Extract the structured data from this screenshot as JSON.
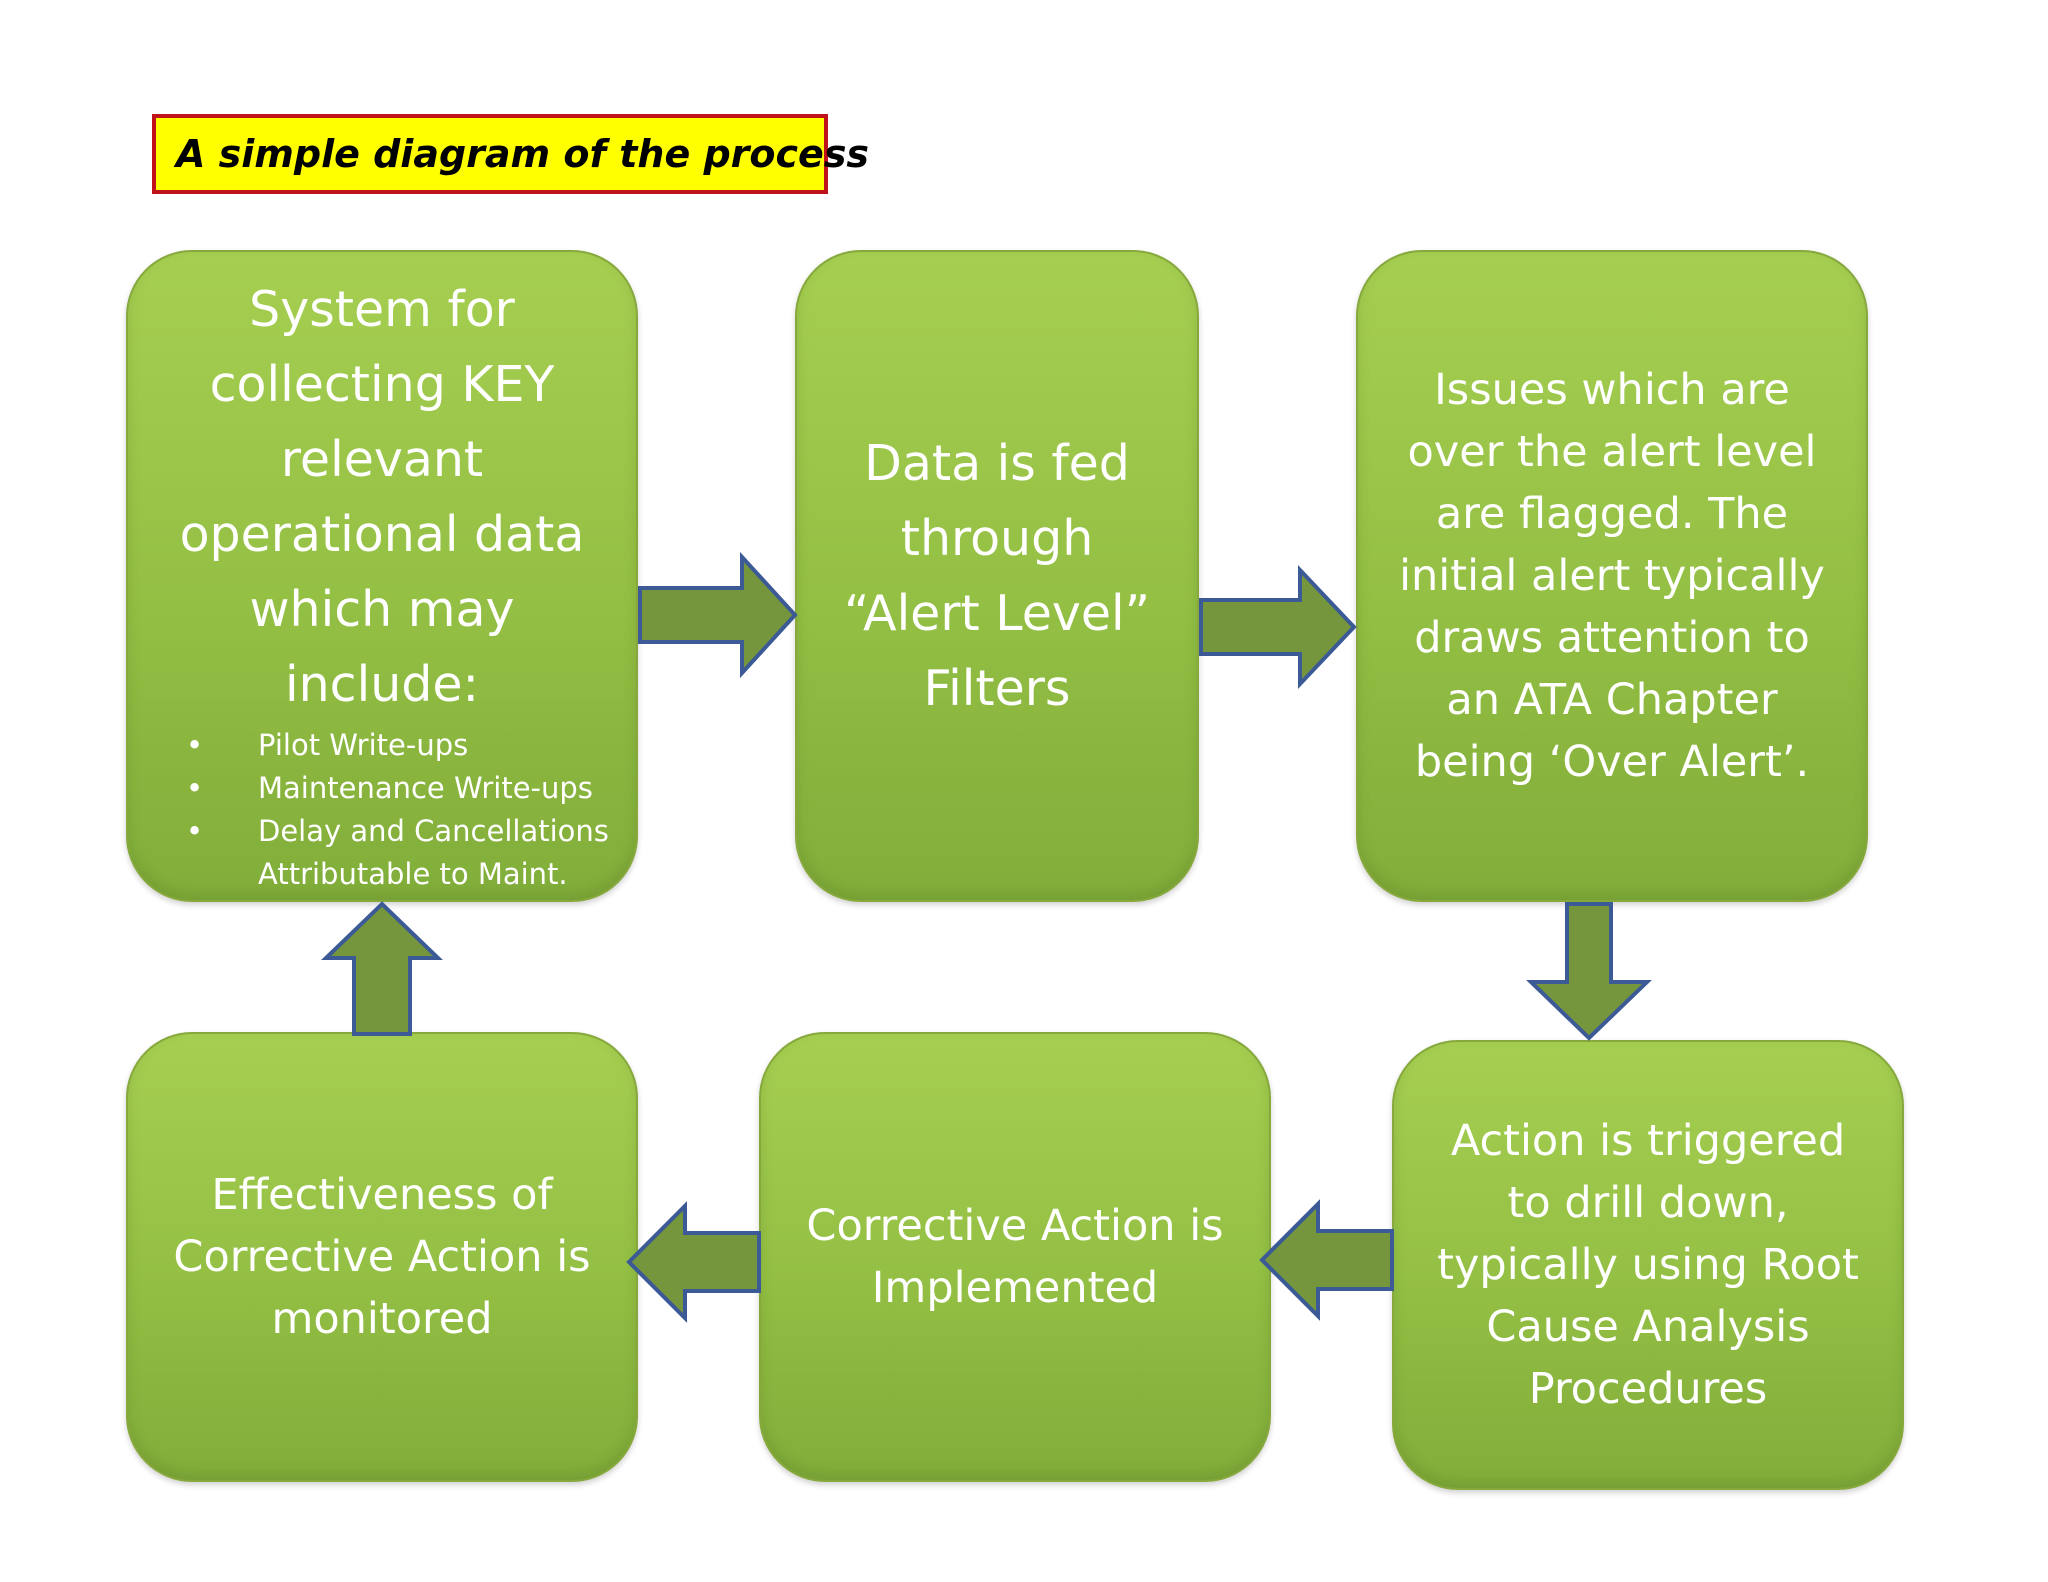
{
  "title": "A simple diagram of the process",
  "boxes": {
    "collect": {
      "text": [
        "System for",
        "collecting KEY",
        "relevant",
        "operational data",
        "which may",
        "include:"
      ],
      "bullets": [
        "Pilot Write-ups",
        "Maintenance Write-ups",
        "Delay and Cancellations"
      ],
      "bullet_continuation": "Attributable to Maint.",
      "bullet_symbol": "•"
    },
    "filters": {
      "text": [
        "Data is fed",
        "through",
        "“Alert Level”",
        "Filters"
      ]
    },
    "flagged": {
      "text": [
        "Issues which are",
        "over the alert level",
        "are flagged. The",
        "initial alert typically",
        "draws attention to",
        "an ATA Chapter",
        "being ‘Over Alert’."
      ]
    },
    "drill_down": {
      "text": [
        "Action is triggered",
        "to drill down,",
        "typically using Root",
        "Cause Analysis",
        "Procedures"
      ]
    },
    "implemented": {
      "text": [
        "Corrective Action is",
        "Implemented"
      ]
    },
    "monitored": {
      "text": [
        "Effectiveness of",
        "Corrective Action is",
        "monitored"
      ]
    }
  },
  "colors": {
    "box_fill": "#93bf44",
    "arrow_fill": "#76963d",
    "arrow_outline": "#3b5a96",
    "title_bg": "#ffff00",
    "title_border": "#c0121a"
  }
}
